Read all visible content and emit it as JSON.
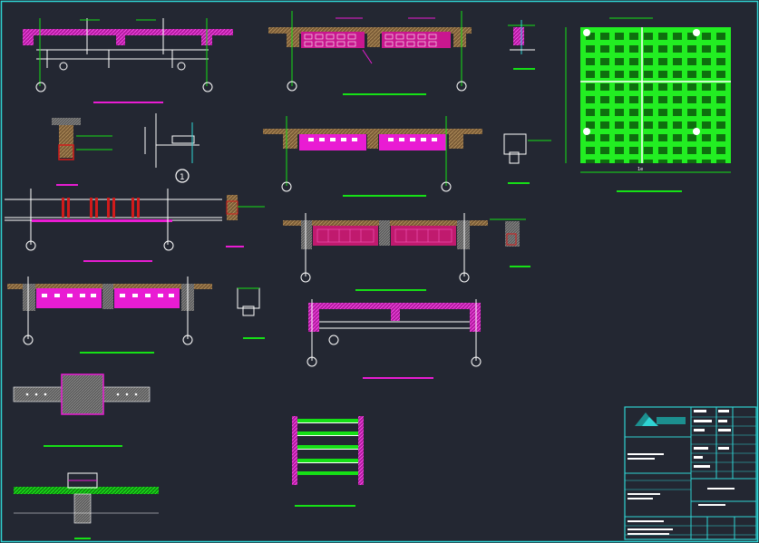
{
  "drawing": {
    "palette": {
      "background": "#232732",
      "frame": "#2fd3d3",
      "line": "#ffffff",
      "green": "#16e016",
      "magenta": "#e91cd3",
      "red": "#d11b1b",
      "hatch": "#8e6a3d"
    },
    "detail_marks": [
      {
        "id": "detail-1",
        "label": "1"
      }
    ],
    "title_block": {
      "logo_icon": "company-logo-icon",
      "dim_labels": [
        "1e"
      ]
    }
  }
}
